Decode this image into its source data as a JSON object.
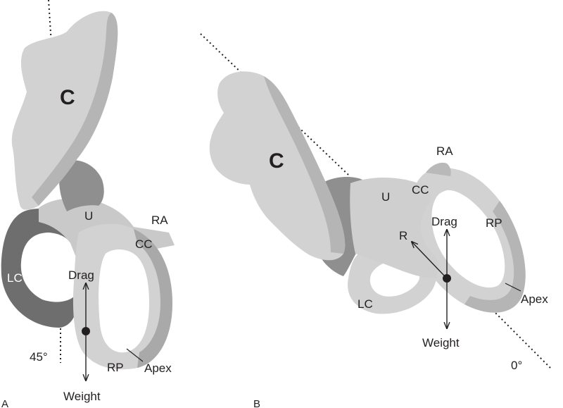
{
  "panel_a": {
    "panel_letter": "A",
    "labels": {
      "canal_c": "C",
      "utricle": "U",
      "ra": "RA",
      "cc": "CC",
      "lc": "LC",
      "drag": "Drag",
      "weight": "Weight",
      "rp": "RP",
      "apex": "Apex",
      "angle": "45°"
    }
  },
  "panel_b": {
    "panel_letter": "B",
    "labels": {
      "canal_c": "C",
      "ra": "RA",
      "cc": "CC",
      "utricle": "U",
      "drag": "Drag",
      "rp": "RP",
      "r": "R",
      "lc": "LC",
      "apex": "Apex",
      "weight": "Weight",
      "angle": "0°"
    }
  },
  "colors": {
    "bone_light": "#d2d2d2",
    "bone_mid": "#b9b9b9",
    "bone_dark": "#8f8f8f",
    "bone_darkest": "#6e6e6e",
    "ink": "#231f20"
  }
}
